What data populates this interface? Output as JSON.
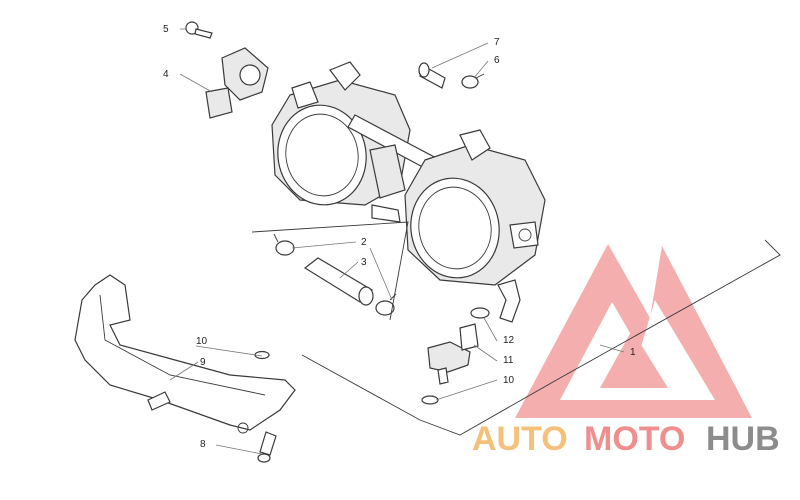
{
  "callouts": {
    "c1": "1",
    "c2": "2",
    "c3": "3",
    "c4": "4",
    "c5": "5",
    "c6": "6",
    "c7": "7",
    "c8": "8",
    "c9": "9",
    "c10a": "10",
    "c10b": "10",
    "c11": "11",
    "c12": "12"
  },
  "watermark": {
    "part1": "AUTO",
    "part2": "MOTO",
    "part3": "HUB",
    "color_auto": "#f5c07a",
    "color_moto": "#f08e8e",
    "color_hub": "#8c8c8c",
    "logo_color": "#f07a7a"
  }
}
